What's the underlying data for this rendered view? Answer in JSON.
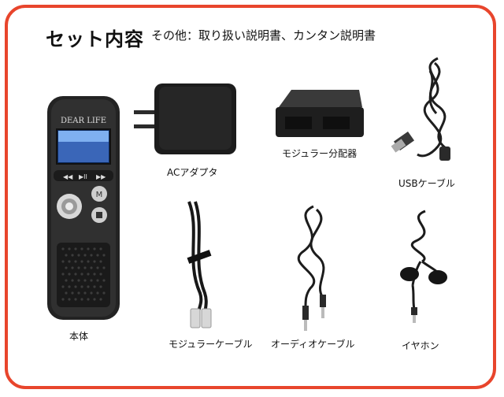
{
  "header": {
    "title": "セット内容",
    "subtitle": "その他：取り扱い説明書、カンタン説明書"
  },
  "device": {
    "brand": "DEAR LIFE",
    "label": "本体"
  },
  "items": [
    {
      "label": "ACアダプタ"
    },
    {
      "label": "モジュラー分配器"
    },
    {
      "label": "USBケーブル"
    },
    {
      "label": "モジュラーケーブル"
    },
    {
      "label": "オーディオケーブル"
    },
    {
      "label": "イヤホン"
    }
  ],
  "colors": {
    "frame": "#e8452c",
    "product": "#1a1a1a"
  }
}
